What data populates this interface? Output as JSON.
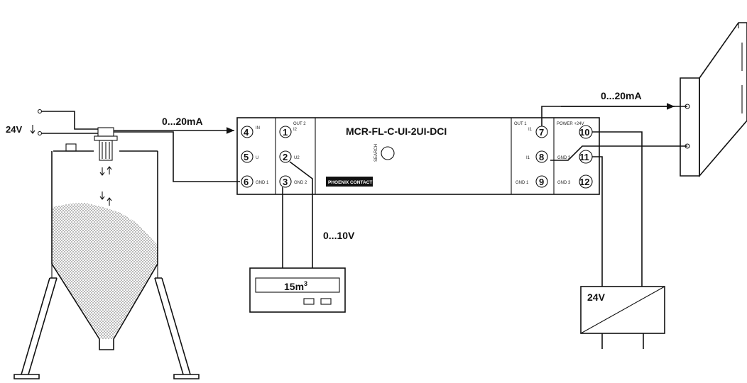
{
  "supply_label": "24V",
  "signals": {
    "current_in": "0...20mA",
    "current_out": "0...20mA",
    "voltage_out": "0...10V"
  },
  "module": {
    "name": "MCR-FL-C-UI-2UI-DCI",
    "brand": "PHOENIX CONTACT",
    "terminals": {
      "t1": "1",
      "t2": "2",
      "t3": "3",
      "t4": "4",
      "t5": "5",
      "t6": "6",
      "t7": "7",
      "t8": "8",
      "t9": "9",
      "t10": "10",
      "t11": "11",
      "t12": "12"
    },
    "terminal_labels": {
      "t4": "IN",
      "t5": "U",
      "t6": "GND 1",
      "t1": "OUT 2",
      "t2": "U2",
      "t3": "GND 2",
      "t7": "OUT 1",
      "t8": "I1",
      "t9": "GND 1",
      "t10": "POWER +24V",
      "t11": "GND 3",
      "t12": "GND 3",
      "out2_sub": "I2",
      "out1_sub": "I1"
    },
    "knob_label": "SEARCH"
  },
  "display": {
    "value": "15m",
    "unit_exponent": "3"
  },
  "power_supply": {
    "label": "24V"
  },
  "colors": {
    "ink": "#111111",
    "background": "#ffffff",
    "fill_dots": "#888888"
  }
}
